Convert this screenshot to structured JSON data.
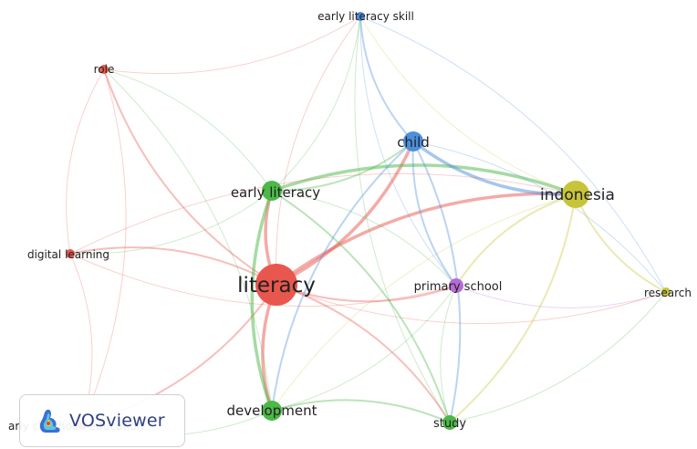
{
  "brand": {
    "name": "VOSviewer"
  },
  "colors": {
    "red": "#e8574e",
    "green": "#4cb848",
    "blue": "#4c8fdc",
    "yellow": "#c7c43a",
    "purple": "#b46bd6"
  },
  "nodes": [
    {
      "id": "literacy",
      "label": "literacy",
      "cluster": "red",
      "weight": 5
    },
    {
      "id": "role",
      "label": "role",
      "cluster": "red",
      "weight": 1
    },
    {
      "id": "digital-learning",
      "label": "digital learning",
      "cluster": "red",
      "weight": 1
    },
    {
      "id": "early-childhood",
      "label": "arly childhood education",
      "cluster": "red",
      "weight": 1
    },
    {
      "id": "early-literacy",
      "label": "early literacy",
      "cluster": "green",
      "weight": 3
    },
    {
      "id": "development",
      "label": "development",
      "cluster": "green",
      "weight": 3
    },
    {
      "id": "study",
      "label": "study",
      "cluster": "green",
      "weight": 2
    },
    {
      "id": "child",
      "label": "child",
      "cluster": "blue",
      "weight": 3
    },
    {
      "id": "early-literacy-skill",
      "label": "early literacy skill",
      "cluster": "blue",
      "weight": 1
    },
    {
      "id": "indonesia",
      "label": "indonesia",
      "cluster": "yellow",
      "weight": 4
    },
    {
      "id": "research",
      "label": "research",
      "cluster": "yellow",
      "weight": 1
    },
    {
      "id": "primary-school",
      "label": "primary school",
      "cluster": "purple",
      "weight": 2
    }
  ],
  "links": [
    [
      "literacy",
      "early-literacy",
      3
    ],
    [
      "literacy",
      "child",
      3
    ],
    [
      "literacy",
      "indonesia",
      3
    ],
    [
      "literacy",
      "development",
      3
    ],
    [
      "literacy",
      "study",
      2
    ],
    [
      "literacy",
      "primary-school",
      2
    ],
    [
      "literacy",
      "role",
      2
    ],
    [
      "literacy",
      "digital-learning",
      2
    ],
    [
      "literacy",
      "early-childhood",
      2
    ],
    [
      "literacy",
      "research",
      1
    ],
    [
      "literacy",
      "early-literacy-skill",
      1
    ],
    [
      "early-literacy",
      "child",
      2
    ],
    [
      "early-literacy",
      "indonesia",
      3
    ],
    [
      "early-literacy",
      "development",
      3
    ],
    [
      "early-literacy",
      "study",
      2
    ],
    [
      "early-literacy",
      "role",
      1
    ],
    [
      "early-literacy",
      "digital-learning",
      1
    ],
    [
      "early-literacy",
      "early-literacy-skill",
      1
    ],
    [
      "early-literacy",
      "primary-school",
      1
    ],
    [
      "child",
      "indonesia",
      3
    ],
    [
      "child",
      "early-literacy-skill",
      2
    ],
    [
      "child",
      "development",
      2
    ],
    [
      "child",
      "study",
      2
    ],
    [
      "child",
      "primary-school",
      2
    ],
    [
      "child",
      "research",
      1
    ],
    [
      "indonesia",
      "research",
      2
    ],
    [
      "indonesia",
      "study",
      2
    ],
    [
      "indonesia",
      "primary-school",
      2
    ],
    [
      "indonesia",
      "early-literacy-skill",
      1
    ],
    [
      "indonesia",
      "development",
      1
    ],
    [
      "development",
      "study",
      2
    ],
    [
      "development",
      "role",
      1
    ],
    [
      "development",
      "early-childhood",
      1
    ],
    [
      "development",
      "primary-school",
      1
    ],
    [
      "study",
      "primary-school",
      1
    ],
    [
      "study",
      "research",
      1
    ],
    [
      "study",
      "early-literacy-skill",
      1
    ],
    [
      "role",
      "digital-learning",
      1
    ],
    [
      "role",
      "early-childhood",
      1
    ],
    [
      "role",
      "early-literacy-skill",
      1
    ],
    [
      "digital-learning",
      "early-childhood",
      1
    ],
    [
      "digital-learning",
      "primary-school",
      1
    ],
    [
      "digital-learning",
      "indonesia",
      1
    ],
    [
      "primary-school",
      "research",
      1
    ],
    [
      "early-literacy-skill",
      "research",
      1
    ],
    [
      "early-literacy-skill",
      "primary-school",
      1
    ]
  ]
}
